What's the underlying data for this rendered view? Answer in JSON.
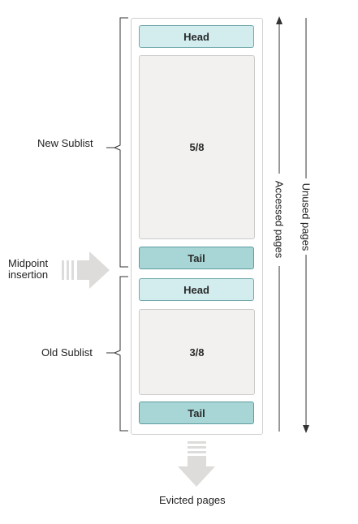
{
  "new_sublist": {
    "label": "New Sublist",
    "head_label": "Head",
    "fraction": "5/8",
    "tail_label": "Tail"
  },
  "old_sublist": {
    "label": "Old Sublist",
    "head_label": "Head",
    "fraction": "3/8",
    "tail_label": "Tail"
  },
  "midpoint_insertion": {
    "line1": "Midpoint",
    "line2": "insertion"
  },
  "accessed_pages_label": "Accessed pages",
  "unused_pages_label": "Unused pages",
  "evicted_pages_label": "Evicted pages",
  "colors": {
    "head_fill": "#d3ecee",
    "tail_fill": "#a8d6d6",
    "panel_fill": "#f2f1f0",
    "arrow_fill": "#dedcda"
  }
}
